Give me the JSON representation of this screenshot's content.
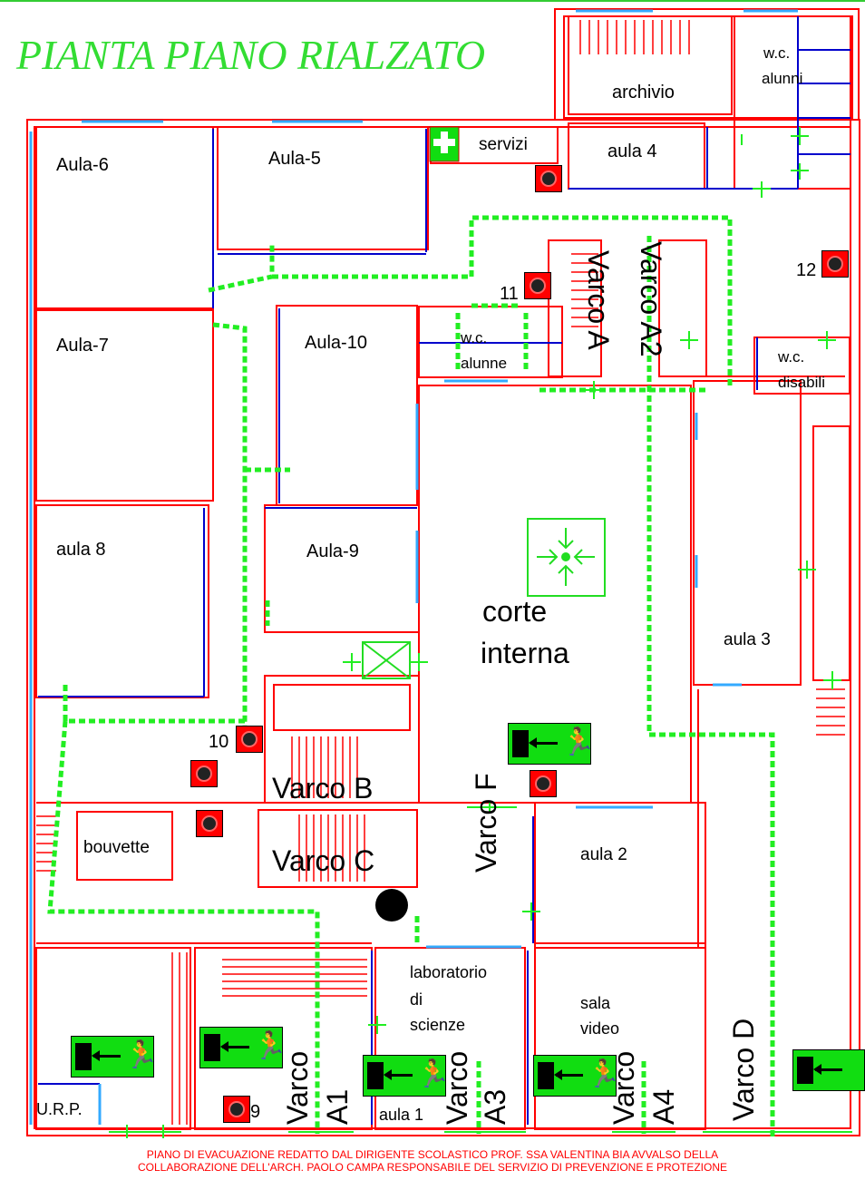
{
  "title": "PIANTA PIANO RIALZATO",
  "rooms": {
    "aula6": "Aula-6",
    "aula5": "Aula-5",
    "aula7": "Aula-7",
    "aula10": "Aula-10",
    "aula8": "aula 8",
    "aula9": "Aula-9",
    "servizi": "servizi",
    "archivio": "archivio",
    "aula4": "aula 4",
    "wc_alunni_1": "w.c.",
    "wc_alunni_2": "alunni",
    "wc_alunne_1": "w.c.",
    "wc_alunne_2": "alunne",
    "wc_disabili_1": "w.c.",
    "wc_disabili_2": "disabili",
    "corte_1": "corte",
    "corte_2": "interna",
    "aula3": "aula 3",
    "bouvette": "bouvette",
    "aula2": "aula 2",
    "lab_1": "laboratorio",
    "lab_2": "di",
    "lab_3": "scienze",
    "sala_1": "sala",
    "sala_2": "video",
    "aula1": "aula 1",
    "urp": "U.R.P."
  },
  "gates": {
    "varco_a": "Varco A",
    "varco_a2": "Varco A2",
    "varco_b": "Varco B",
    "varco_c": "Varco C",
    "varco_f": "Varco F",
    "varco_word_1": "Varco",
    "varco_a1": "A1",
    "varco_word_3": "Varco",
    "varco_a3": "A3",
    "varco_word_4": "Varco",
    "varco_a4": "A4",
    "varco_d": "Varco D"
  },
  "extinguishers": {
    "n9": "9",
    "n10": "10",
    "n11": "11",
    "n12": "12"
  },
  "footer": {
    "line1": "PIANO DI EVACUAZIONE  REDATTO DAL DIRIGENTE SCOLASTICO  PROF. SSA VALENTINA BIA AVVALSO DELLA",
    "line2": "COLLABORAZIONE DELL'ARCH. PAOLO CAMPA RESPONSABILE DEL SERVIZIO DI PREVENZIONE E PROTEZIONE"
  },
  "colors": {
    "wall": "#ff0000",
    "window": "#33aaff",
    "partition": "#0000cc",
    "route": "#22ee22",
    "title": "#33dd33",
    "footer": "#ff0000",
    "exit_sign": "#11dd11"
  },
  "icons": {
    "exit_sign": "running-man-exit-icon",
    "extinguisher": "fire-extinguisher-icon",
    "first_aid": "first-aid-cross-icon",
    "assembly_point": "assembly-point-icon",
    "stairs": "stairs-icon"
  }
}
